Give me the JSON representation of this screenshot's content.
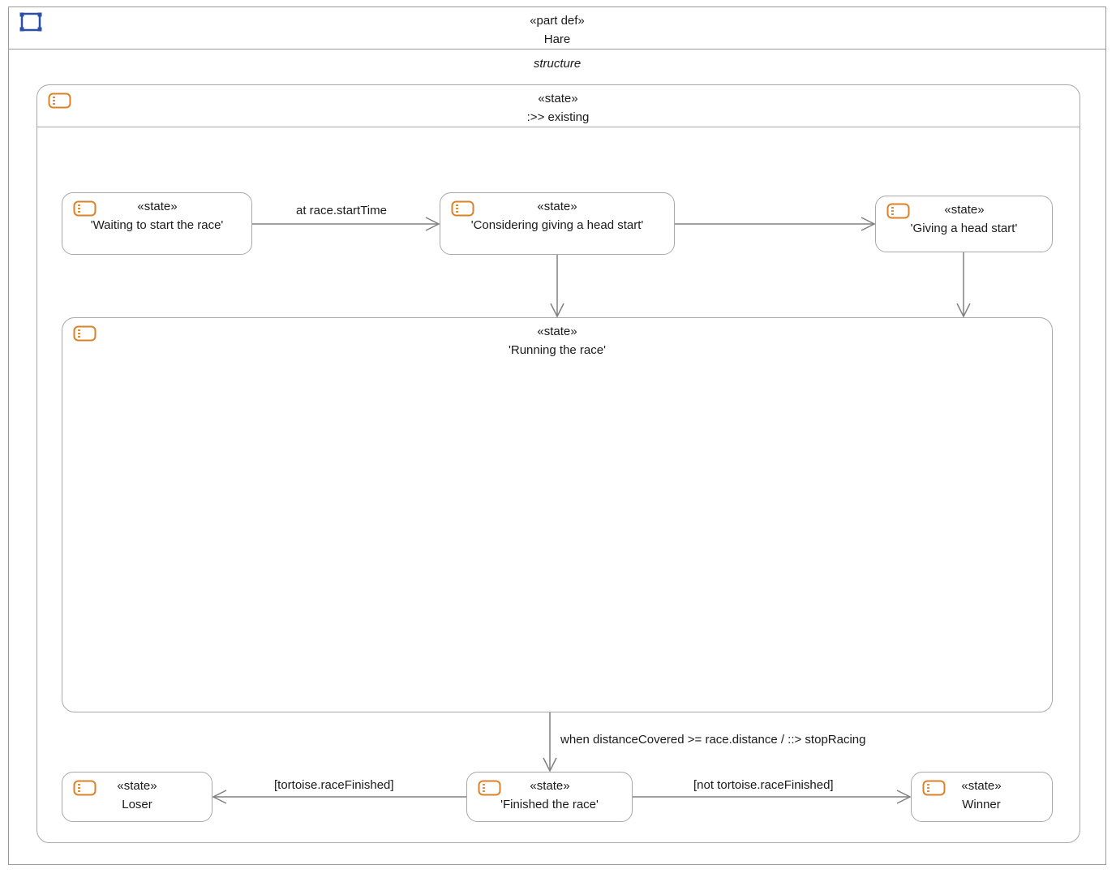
{
  "part": {
    "stereotype": "«part def»",
    "name": "Hare",
    "compartment": "structure",
    "icon": "part-def-icon"
  },
  "colors": {
    "state_icon": "#d9822b",
    "part_icon": "#2d4fa3",
    "border": "#a8a8a8",
    "edge": "#808080"
  },
  "states": {
    "existing": {
      "stereotype": "«state»",
      "name": ":>> existing",
      "icon": "state-icon"
    },
    "waiting": {
      "stereotype": "«state»",
      "name": "'Waiting to start the race'",
      "icon": "state-icon"
    },
    "considering": {
      "stereotype": "«state»",
      "name": "'Considering giving a head start'",
      "icon": "state-icon"
    },
    "giving": {
      "stereotype": "«state»",
      "name": "'Giving a head start'",
      "icon": "state-icon"
    },
    "running": {
      "stereotype": "«state»",
      "name": "'Running the race'",
      "icon": "state-icon"
    },
    "loser": {
      "stereotype": "«state»",
      "name": "Loser",
      "icon": "state-icon"
    },
    "finished": {
      "stereotype": "«state»",
      "name": "'Finished the race'",
      "icon": "state-icon"
    },
    "winner": {
      "stereotype": "«state»",
      "name": "Winner",
      "icon": "state-icon"
    }
  },
  "transitions": {
    "waiting_to_considering": "at race.startTime",
    "running_to_finished": "when distanceCovered >= race.distance / ::> stopRacing",
    "finished_to_loser": "[tortoise.raceFinished]",
    "finished_to_winner": "[not tortoise.raceFinished]"
  }
}
